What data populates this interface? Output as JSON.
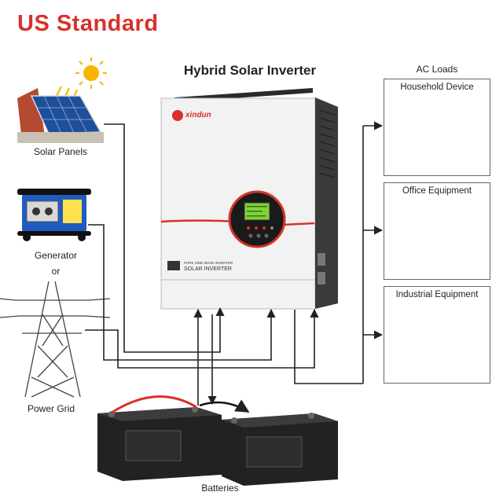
{
  "header": {
    "standard_label": "US  Standard",
    "inverter_title": "Hybrid Solar Inverter"
  },
  "sources": {
    "solar": "Solar Panels",
    "generator": "Generator",
    "or": "or",
    "grid": "Power Grid"
  },
  "batteries": {
    "label": "Batteries"
  },
  "inverter": {
    "brand": "xindun",
    "panel_line1": "PURE SINE WAVE INVERTER",
    "panel_line2": "SOLAR INVERTER"
  },
  "loads": {
    "title": "AC Loads",
    "groups": [
      {
        "label": "Household Device"
      },
      {
        "label": "Office Equipment"
      },
      {
        "label": "Industrial Equipment"
      }
    ]
  },
  "colors": {
    "accent": "#d8312b",
    "line": "#222222",
    "lcd": "#7fd23a"
  }
}
